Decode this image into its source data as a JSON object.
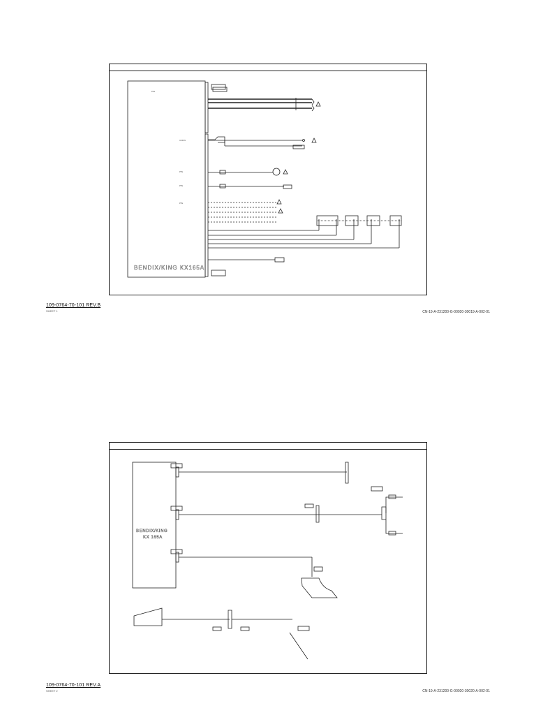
{
  "sheet1": {
    "figure_ref": "109-0764-70-101 REV.B",
    "sheet_label": "SHEET 1",
    "doc_code": "CN-19-A-231200-G-00020-30019-A-002-01",
    "unit_label": "BENDIX/KING KX165A"
  },
  "sheet2": {
    "figure_ref": "109-0764-70-101 REV.A",
    "sheet_label": "SHEET 2",
    "doc_code": "CN-19-A-231200-G-00020-30020-A-002-01",
    "unit_label_line1": "BENDIX/KING",
    "unit_label_line2": "KX 165A"
  },
  "colors": {
    "line": "#222222",
    "sheet_border": "#222222",
    "background": "#ffffff"
  }
}
